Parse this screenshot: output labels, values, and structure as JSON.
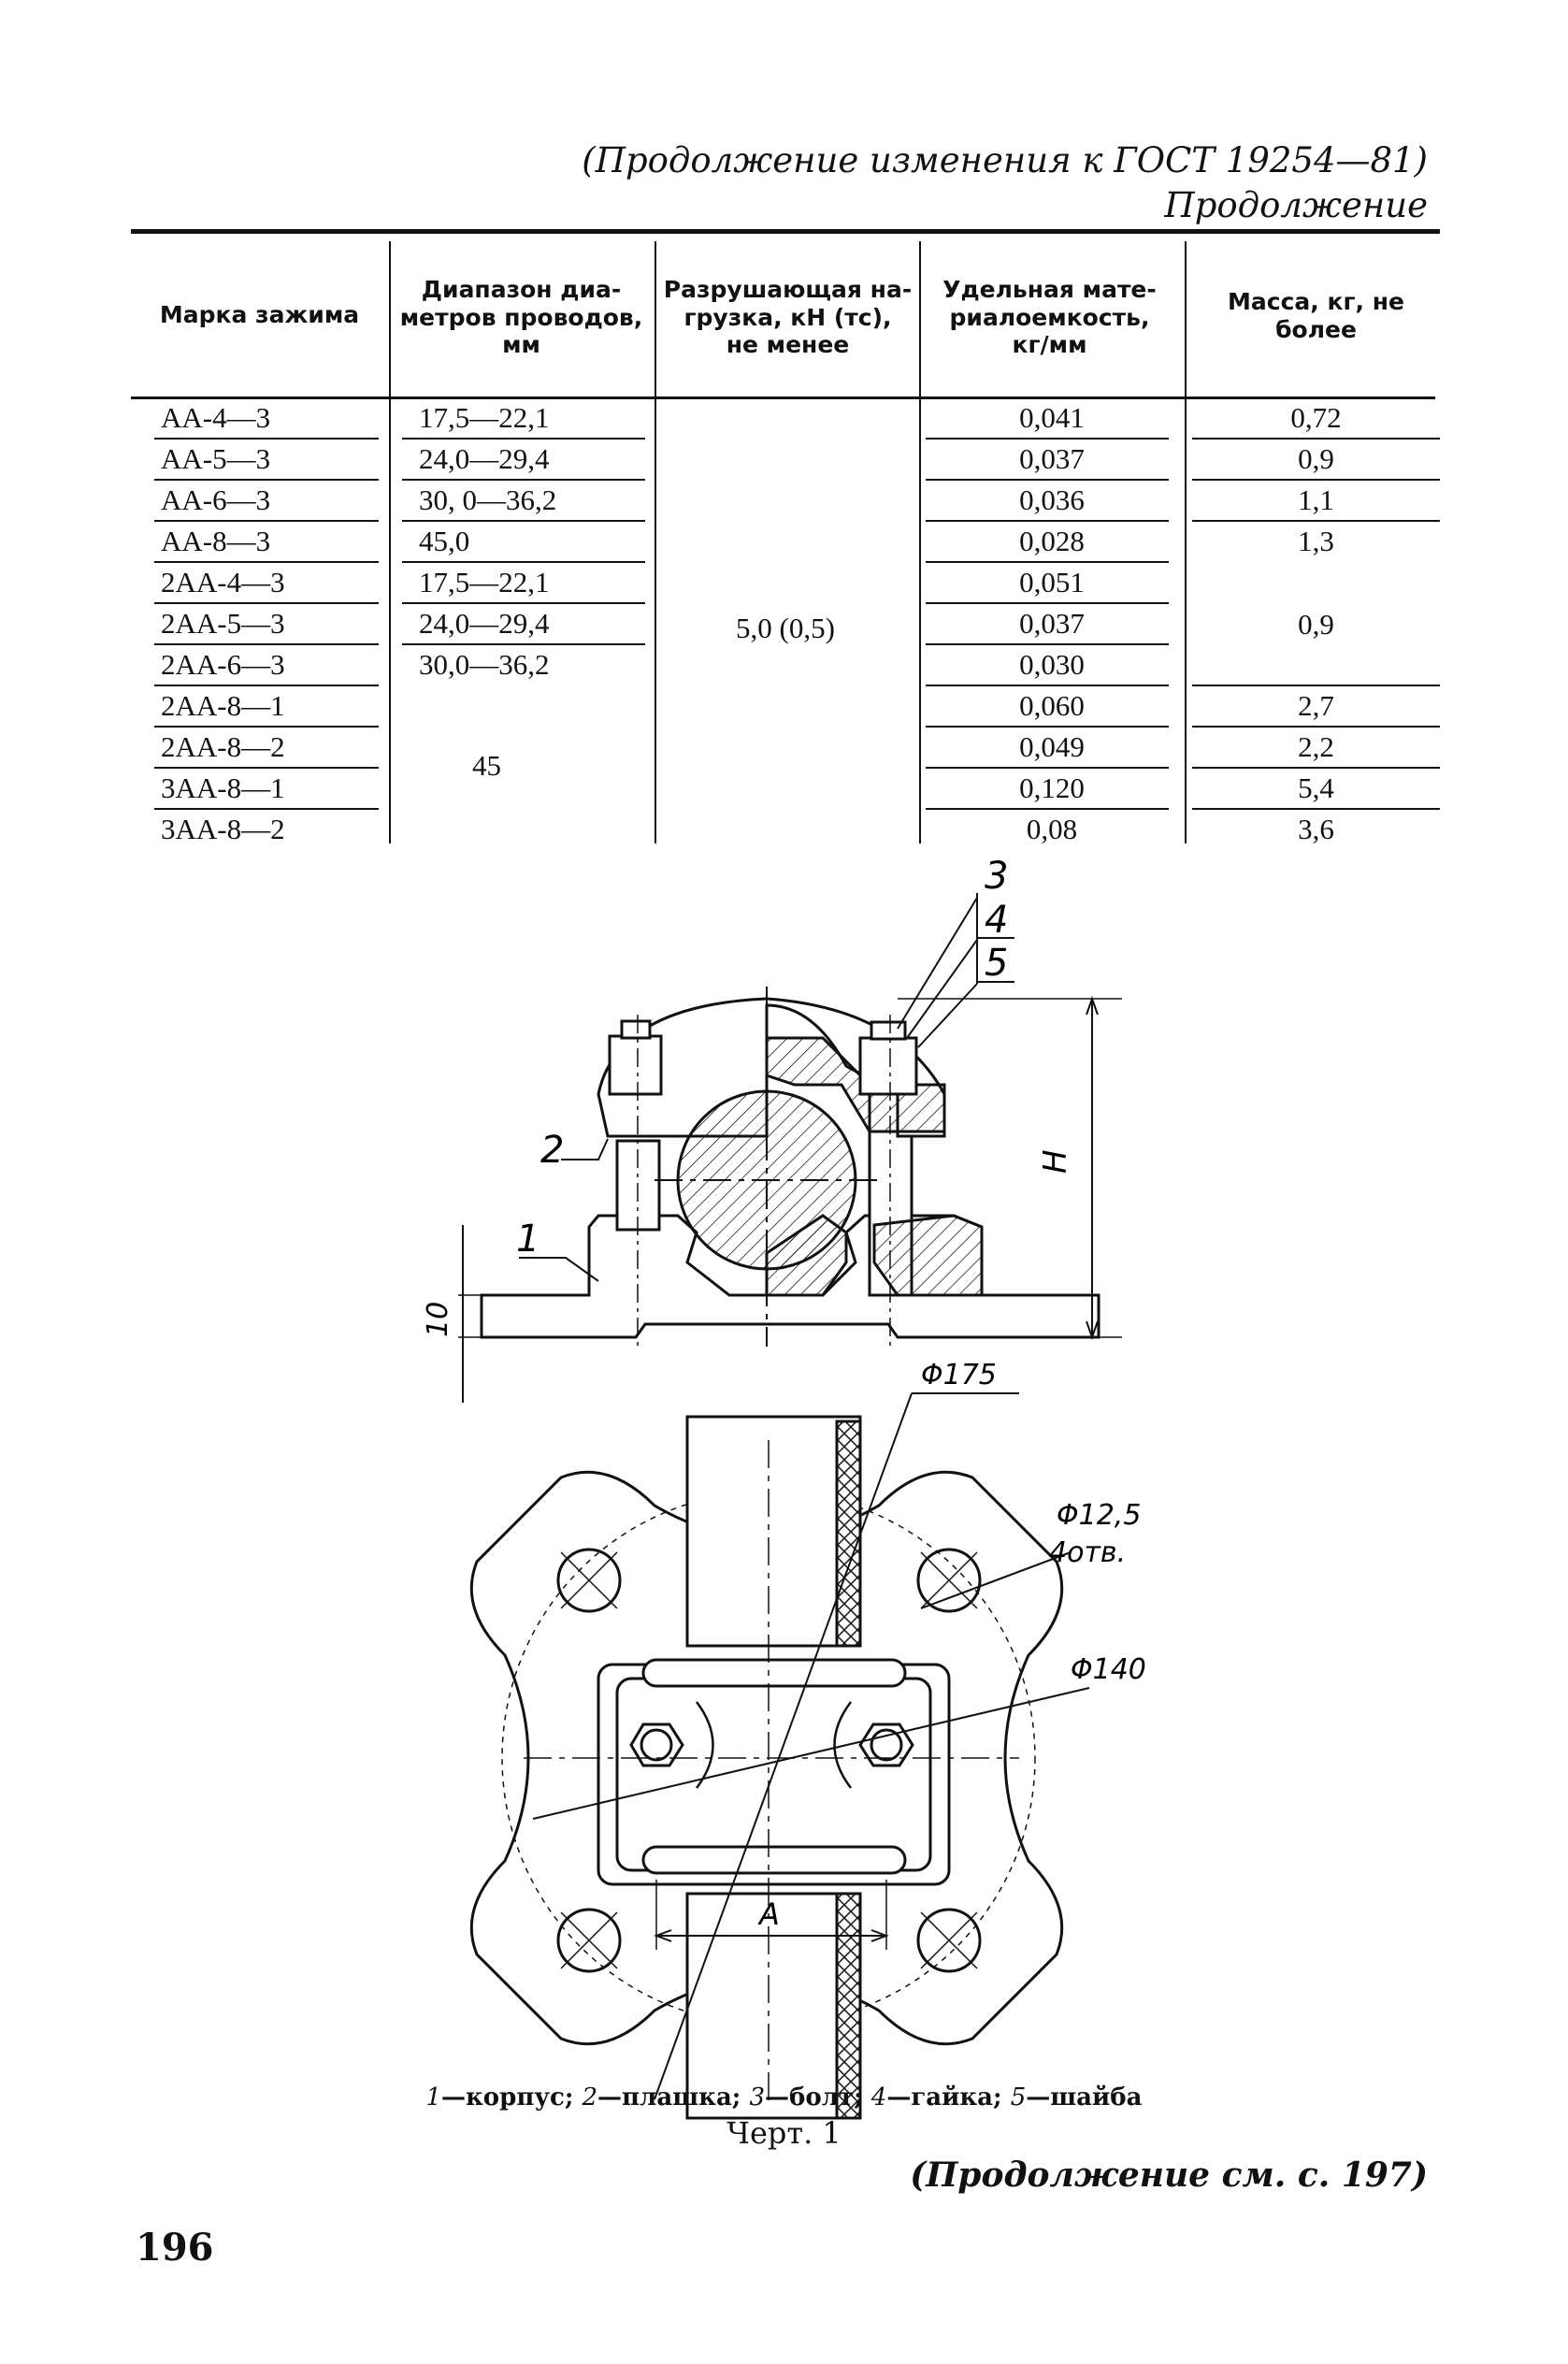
{
  "header": {
    "continuation_title": "(Продолжение изменения к ГОСТ 19254—81)",
    "continuation_label": "Продолжение"
  },
  "table": {
    "columns": [
      "Марка зажима",
      "Диапазон диа-\nметров проводов,\nмм",
      "Разрушающая на-\nгрузка, кН (тс),\nне менее",
      "Удельная мате-\nриалоемкость,\nкг/мм",
      "Масса, кг, не\nболее"
    ],
    "rows": [
      {
        "mark": "АА-4—3",
        "range": "17,5—22,1",
        "mat": "0,041",
        "mass": "0,72"
      },
      {
        "mark": "АА-5—3",
        "range": "24,0—29,4",
        "mat": "0,037",
        "mass": "0,9"
      },
      {
        "mark": "АА-6—3",
        "range": "30, 0—36,2",
        "mat": "0,036",
        "mass": "1,1"
      },
      {
        "mark": "АА-8—3",
        "range": "45,0",
        "mat": "0,028",
        "mass": "1,3"
      },
      {
        "mark": "2АА-4—3",
        "range": "17,5—22,1",
        "mat": "0,051",
        "mass": ""
      },
      {
        "mark": "2АА-5—3",
        "range": "24,0—29,4",
        "mat": "0,037",
        "mass": ""
      },
      {
        "mark": "2АА-6—3",
        "range": "30,0—36,2",
        "mat": "0,030",
        "mass": ""
      },
      {
        "mark": "2АА-8—1",
        "range": "",
        "mat": "0,060",
        "mass": "2,7"
      },
      {
        "mark": "2АА-8—2",
        "range": "",
        "mat": "0,049",
        "mass": "2,2"
      },
      {
        "mark": "3АА-8—1",
        "range": "",
        "mat": "0,120",
        "mass": "5,4"
      },
      {
        "mark": "3АА-8—2",
        "range": "",
        "mat": "0,08",
        "mass": "3,6"
      }
    ],
    "merged": {
      "load_all_rows": "5,0 (0,5)",
      "mass_rows_5_7": "0,9",
      "range_rows_8_11": "45"
    }
  },
  "drawing": {
    "callouts": {
      "part3": "3",
      "part4": "4",
      "part5": "5",
      "part2": "2",
      "part1": "1",
      "height": "H",
      "base_thickness": "10",
      "dia_outer": "Φ175",
      "dia_hole": "Φ12,5",
      "holes_count": "4отв.",
      "dia_bolt_circle": "Φ140",
      "dim_a": "A"
    }
  },
  "legend": {
    "i1": "1",
    "t1": "—корпус; ",
    "i2": "2",
    "t2": "—плашка; ",
    "i3": "3",
    "t3": "—болт; ",
    "i4": "4",
    "t4": "—гайка; ",
    "i5": "5",
    "t5": "—шайба"
  },
  "figure_caption": "Черт. 1",
  "footer": {
    "continuation": "(Продолжение см. с. 197)",
    "page_number": "196"
  }
}
